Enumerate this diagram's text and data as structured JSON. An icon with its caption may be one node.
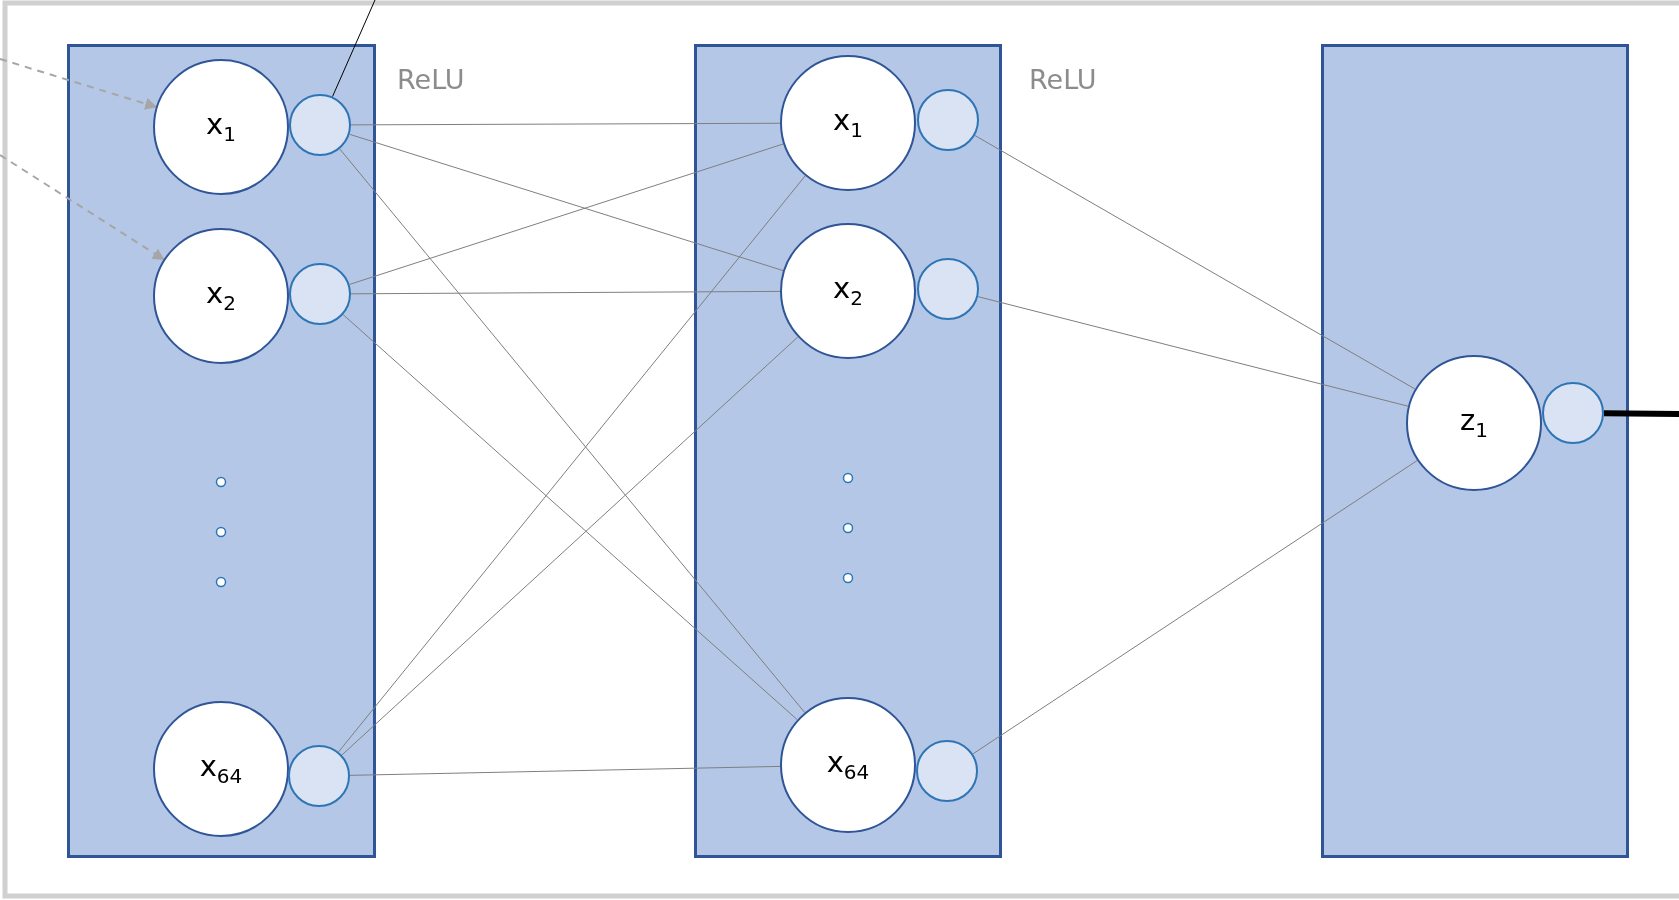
{
  "diagram": {
    "nodes": [
      {
        "text": [],
        "shape": "box"
      },
      {
        "text": [
          "x$_{1}$"
        ],
        "in": 0
      },
      {
        "text": [],
        "shape": "circle",
        "in": 0
      },
      {
        "text": [
          "x$_{2}$"
        ],
        "in": 0
      },
      {
        "text": [],
        "shape": "circle",
        "in": 0
      },
      {
        "text": [
          "x$_{64}$"
        ],
        "in": 0
      },
      {
        "text": [],
        "shape": "circle",
        "in": 0
      },
      {
        "text": [],
        "shape": "box"
      },
      {
        "text": [
          "x$_{1}$"
        ],
        "in": 7
      },
      {
        "text": [],
        "shape": "circle",
        "in": 7
      },
      {
        "text": [
          "x$_{2}$"
        ],
        "in": 7
      },
      {
        "text": [],
        "shape": "circle",
        "in": 7
      },
      {
        "text": [
          "x$_{64}$"
        ],
        "in": 7
      },
      {
        "text": [],
        "shape": "circle",
        "in": 7
      },
      {
        "text": [],
        "shape": "box"
      },
      {
        "text": [
          "z$_{1}$"
        ],
        "in": 14
      },
      {
        "text": [],
        "shape": "circle",
        "in": 14
      }
    ],
    "edges": [
      {
        "from": null,
        "to": 1,
        "arrow": "to",
        "style": "dashed",
        "color": "#a6a6a6"
      },
      {
        "from": null,
        "to": 3,
        "arrow": "to",
        "style": "dashed",
        "color": "#a6a6a6"
      },
      {
        "from": null,
        "to": 2,
        "arrow": "none",
        "color": "#000000"
      },
      {
        "from": 2,
        "to": 8,
        "arrow": "none"
      },
      {
        "from": 2,
        "to": 10,
        "arrow": "none"
      },
      {
        "from": 2,
        "to": 12,
        "arrow": "none"
      },
      {
        "from": 4,
        "to": 8,
        "arrow": "none"
      },
      {
        "from": 4,
        "to": 10,
        "arrow": "none"
      },
      {
        "from": 4,
        "to": 12,
        "arrow": "none"
      },
      {
        "from": 6,
        "to": 8,
        "arrow": "none"
      },
      {
        "from": 6,
        "to": 10,
        "arrow": "none"
      },
      {
        "from": 6,
        "to": 12,
        "arrow": "none"
      },
      {
        "from": 9,
        "to": 15,
        "arrow": "none"
      },
      {
        "from": 11,
        "to": 15,
        "arrow": "none"
      },
      {
        "from": 13,
        "to": 15,
        "arrow": "none"
      },
      {
        "from": 16,
        "to": null,
        "arrow": "none",
        "style": "thick",
        "color": "#000000"
      }
    ],
    "labels": [
      "ReLU",
      "ReLU"
    ]
  }
}
